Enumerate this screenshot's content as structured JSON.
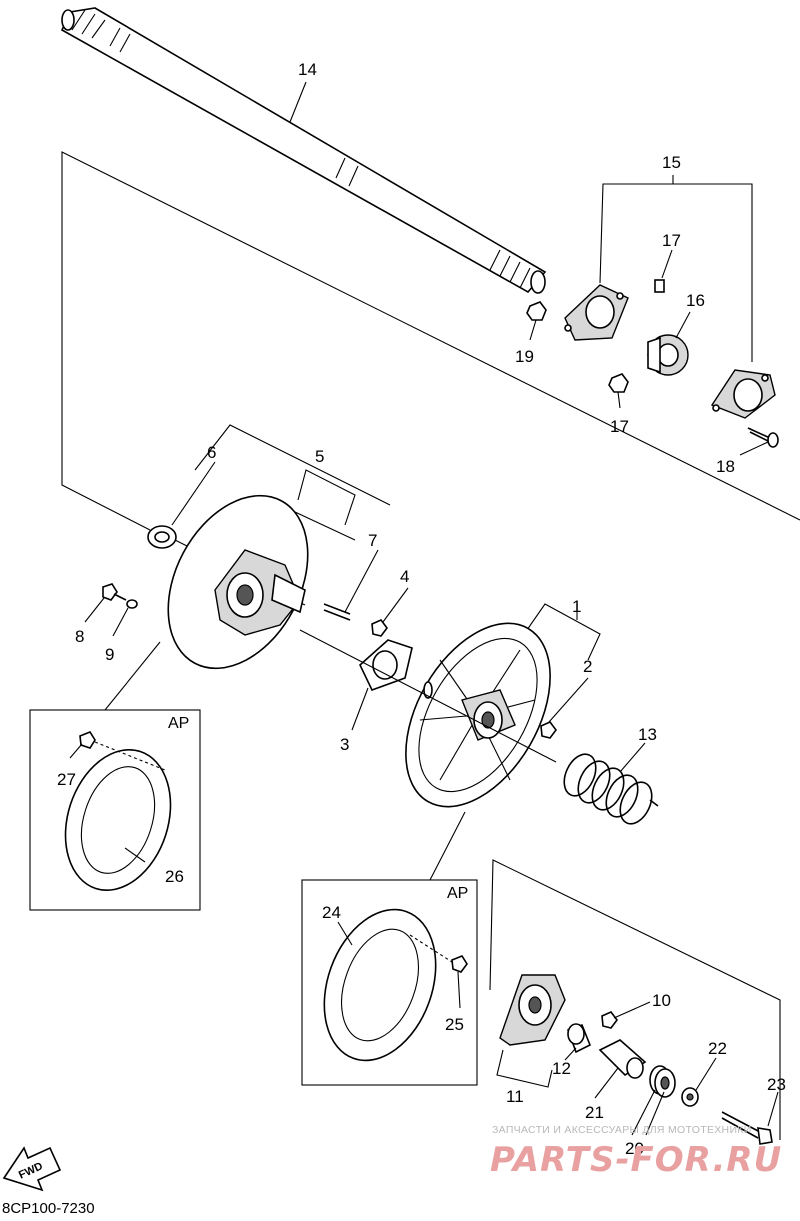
{
  "diagram_code": "8CP100-7230",
  "fwd_label": "FWD",
  "ap_label": "AP",
  "watermark": {
    "tagline": "ЗАПЧАСТИ И АКСЕССУАРЫ ДЛЯ МОТОТЕХНИКИ",
    "brand": "PARTS-FOR.RU"
  },
  "callouts": {
    "c1": "1",
    "c2": "2",
    "c3": "3",
    "c4": "4",
    "c5": "5",
    "c6": "6",
    "c7": "7",
    "c8": "8",
    "c9": "9",
    "c10": "10",
    "c11": "11",
    "c12": "12",
    "c13": "13",
    "c14": "14",
    "c15": "15",
    "c16": "16",
    "c17a": "17",
    "c17b": "17",
    "c18": "18",
    "c19": "19",
    "c20": "20",
    "c21": "21",
    "c22": "22",
    "c23": "23",
    "c24": "24",
    "c25": "25",
    "c26": "26",
    "c27": "27"
  }
}
